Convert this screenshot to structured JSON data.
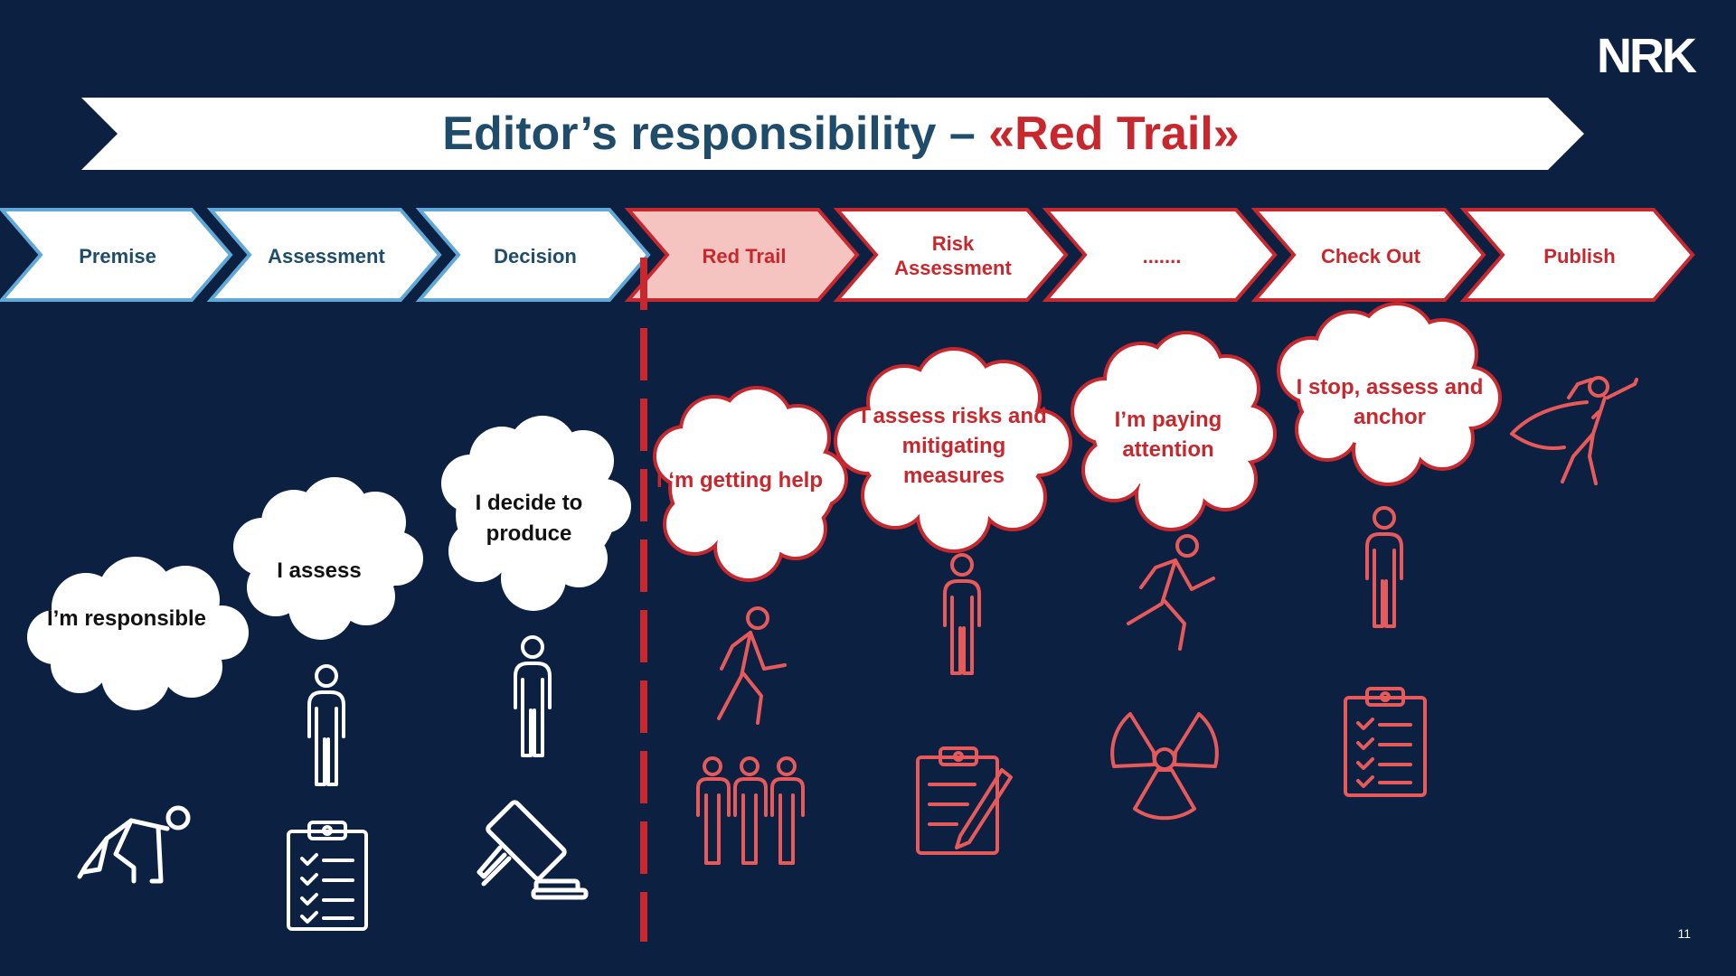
{
  "logo": {
    "text": "NRK"
  },
  "title": {
    "main": "Editor’s responsibility – ",
    "highlight": "«Red Trail»"
  },
  "steps": [
    {
      "label": "Premise"
    },
    {
      "label": "Assessment"
    },
    {
      "label": "Decision"
    },
    {
      "label": "Red Trail"
    },
    {
      "label": "Risk",
      "label2": "Assessment"
    },
    {
      "label": "......."
    },
    {
      "label": "Check Out"
    },
    {
      "label": "Publish"
    }
  ],
  "clouds": [
    {
      "lines": [
        "I’m responsible"
      ]
    },
    {
      "lines": [
        "I assess"
      ]
    },
    {
      "lines": [
        "I decide to",
        "produce"
      ]
    },
    {
      "lines": [
        "I ‘m getting help"
      ]
    },
    {
      "lines": [
        "I assess risks and",
        "mitigating",
        "measures"
      ]
    },
    {
      "lines": [
        "I’m paying",
        "attention"
      ]
    },
    {
      "lines": [
        "I stop, assess and",
        "anchor"
      ]
    }
  ],
  "page_number": "11",
  "icons": [
    "crouching-runner-icon",
    "standing-person-icon",
    "clipboard-checklist-icon",
    "gavel-icon",
    "walking-person-icon",
    "group-of-people-icon",
    "clipboard-pen-icon",
    "running-person-icon",
    "radiation-icon",
    "superhero-icon"
  ],
  "colors": {
    "background": "#0c2142",
    "title_dark": "#1f4c6b",
    "accent_red": "#c8282d",
    "light_blue": "#5fa8d8",
    "pink_fill": "#f6c4c0",
    "white": "#ffffff"
  }
}
